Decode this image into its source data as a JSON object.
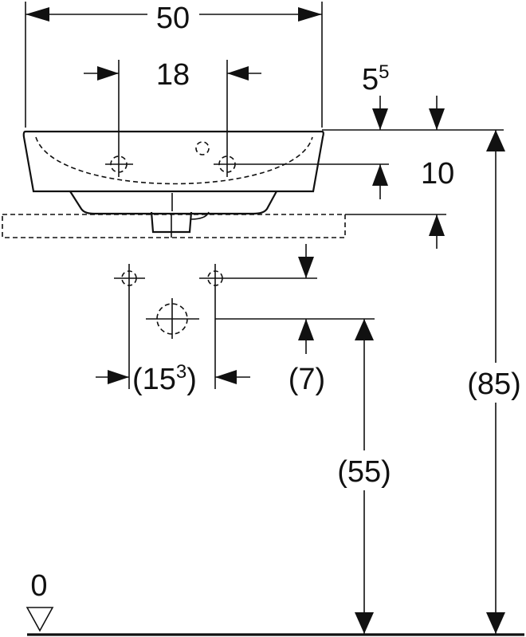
{
  "dimensions": {
    "width": "50",
    "tap_hole_spacing": "18",
    "rim_offset": "5",
    "rim_offset_sup": "5",
    "rim_to_tap_hole": "10",
    "waste_spacing_open": "(15",
    "waste_spacing_sup": "3",
    "waste_spacing_close": ")",
    "waste_drop": "(7)",
    "waste_height": "(55)",
    "rim_height": "(85)",
    "floor_level": "0"
  }
}
